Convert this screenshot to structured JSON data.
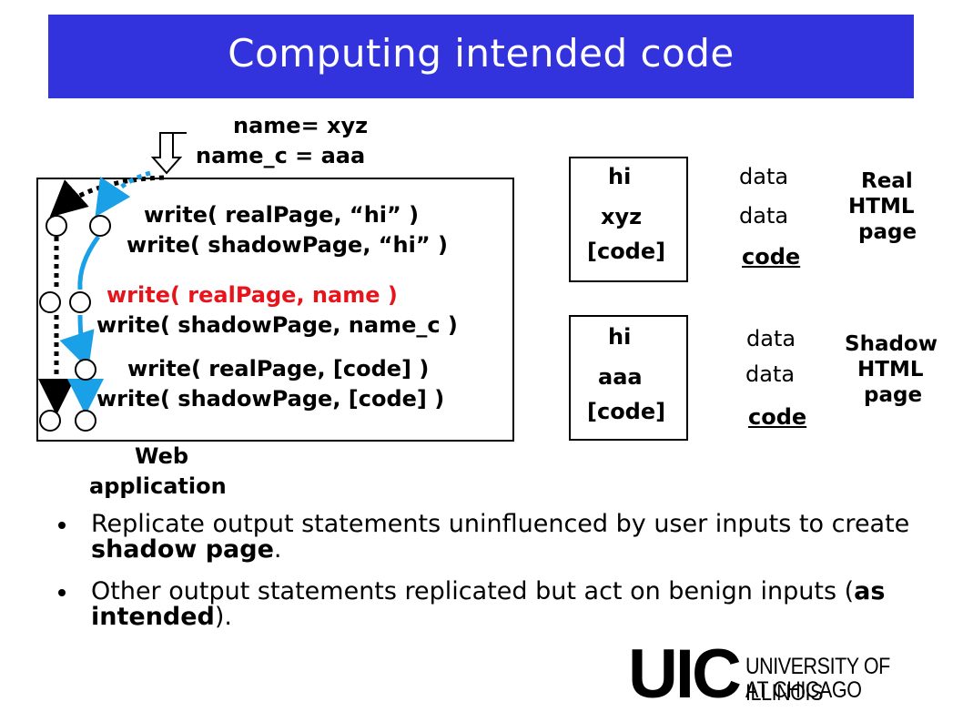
{
  "slide": {
    "title": "Computing intended code"
  },
  "inputs": {
    "line1": "name= xyz",
    "line2": "name_c = aaa"
  },
  "program": {
    "statements": [
      {
        "text": "write( realPage, “hi” )",
        "highlight": false
      },
      {
        "text": "write( shadowPage, “hi” )",
        "highlight": false
      },
      {
        "text": "write( realPage, name )",
        "highlight": true
      },
      {
        "text": "write( shadowPage, name_c )",
        "highlight": false
      },
      {
        "text": "write( realPage, [code] )",
        "highlight": false
      },
      {
        "text": "write( shadowPage, [code] )",
        "highlight": false
      }
    ],
    "label_line1": "Web",
    "label_line2": "application"
  },
  "real_page": {
    "lines": [
      "hi",
      "xyz",
      "[code]"
    ],
    "annotations": [
      "data",
      "data",
      "code"
    ],
    "label": [
      "Real",
      "HTML",
      "page"
    ]
  },
  "shadow_page": {
    "lines": [
      "hi",
      "aaa",
      "[code]"
    ],
    "annotations": [
      "data",
      "data",
      "code"
    ],
    "label": [
      "Shadow",
      "HTML",
      "page"
    ]
  },
  "bullets": [
    {
      "pre": "Replicate output statements uninfluenced by user inputs to create ",
      "bold": "shadow page",
      "post": "."
    },
    {
      "pre": "Other output statements replicated but act on benign inputs (",
      "bold": "as intended",
      "post": ")."
    }
  ],
  "logo": {
    "mark": "UIC",
    "line1": "UNIVERSITY OF ILLINOIS",
    "line2": "AT CHICAGO"
  },
  "colors": {
    "title_bg": "#3333dd",
    "highlight": "#e8141c",
    "shadow_flow": "#1aa0e6"
  }
}
